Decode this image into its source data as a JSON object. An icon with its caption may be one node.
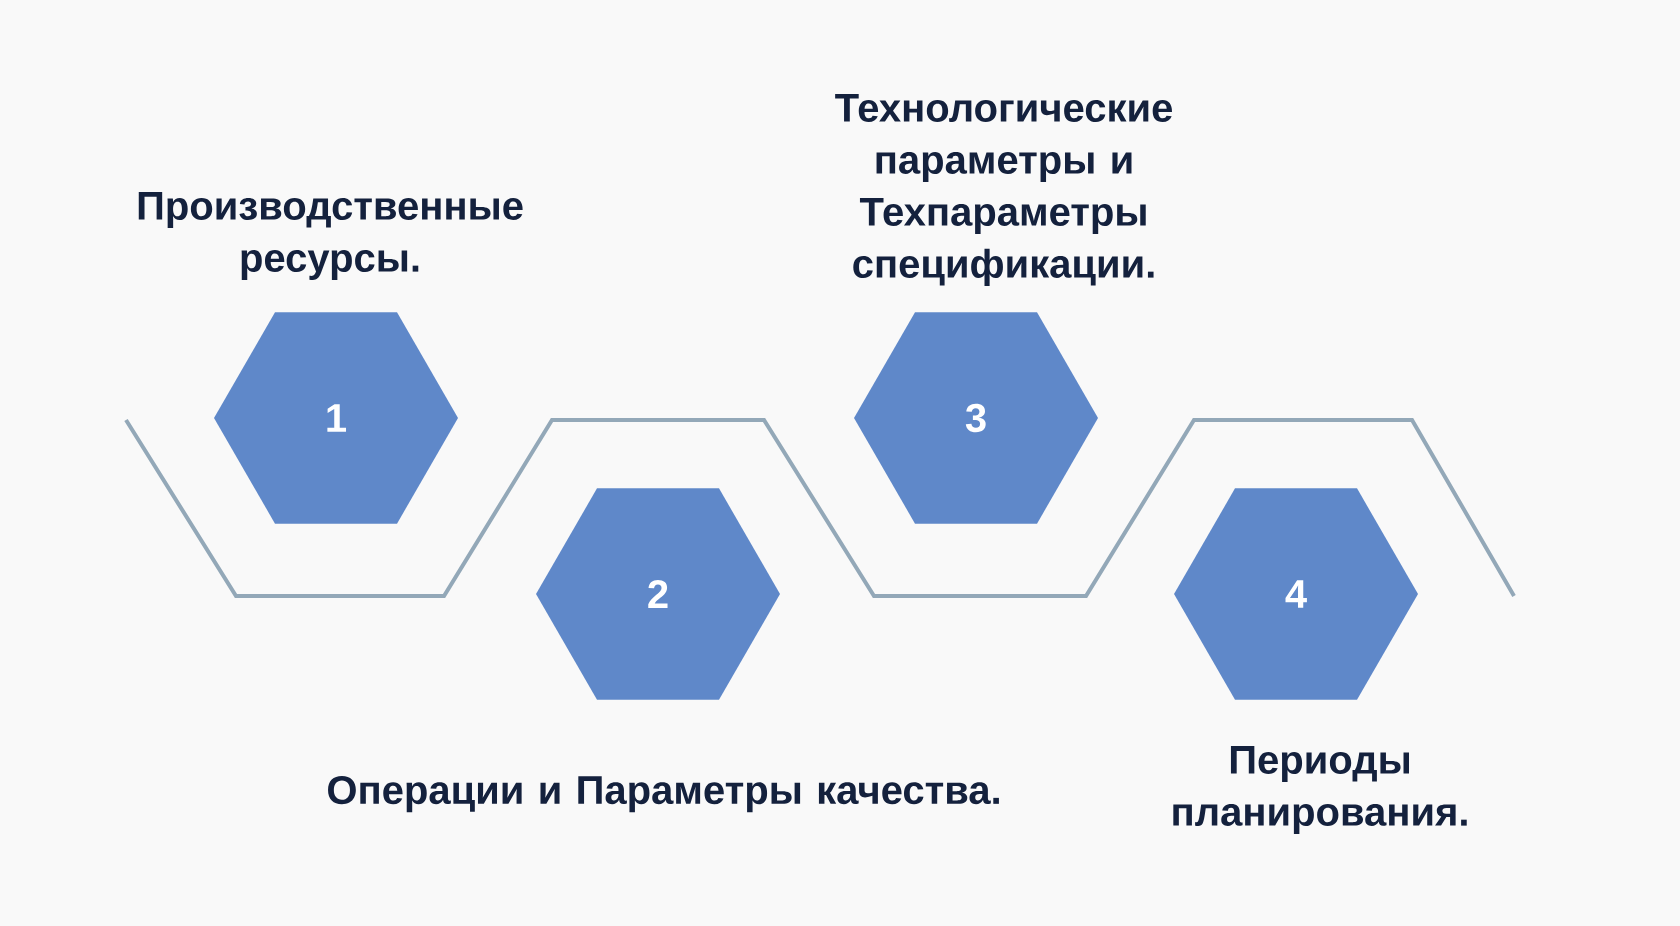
{
  "diagram": {
    "nodes": [
      {
        "text": [
          "1"
        ],
        "beside": [
          "Производственные ресурсы."
        ]
      },
      {
        "text": [
          "2"
        ],
        "beside": [
          "Операции и Параметры качества."
        ]
      },
      {
        "text": [
          "3"
        ],
        "beside": [
          "Технологические параметры и Техпараметры спецификации."
        ]
      },
      {
        "text": [
          "4"
        ],
        "beside": [
          "Периоды планирования."
        ]
      }
    ]
  }
}
